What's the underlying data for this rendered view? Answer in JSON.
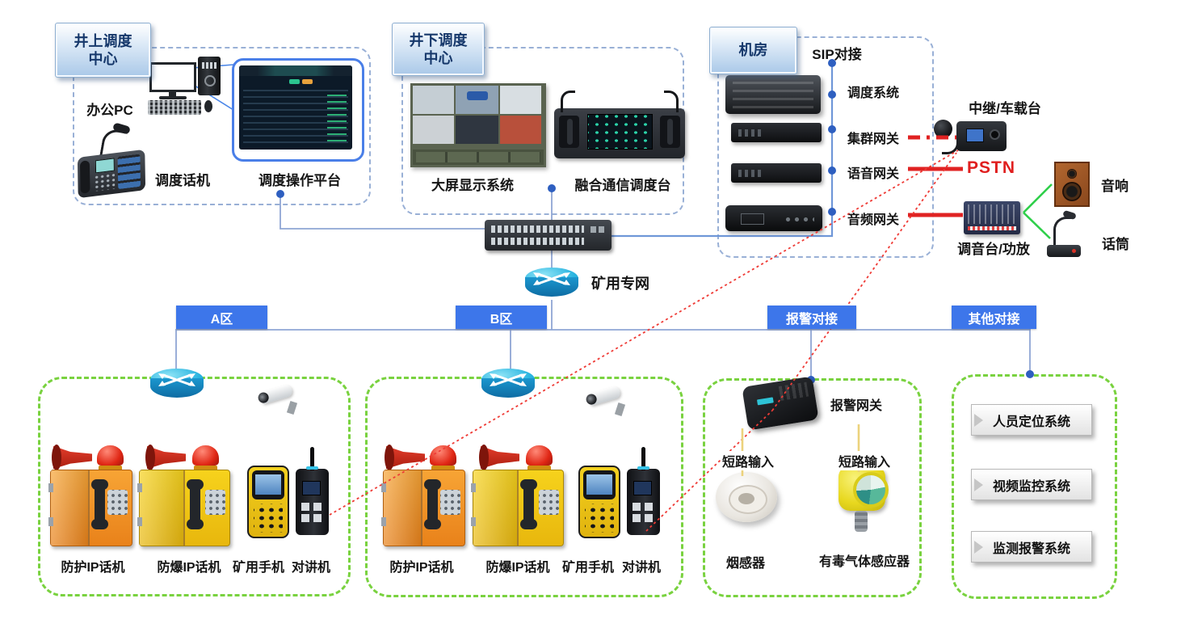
{
  "surface_center": {
    "title": "井上调度中心",
    "office_pc": "办公PC",
    "dispatch_phone": "调度话机",
    "dispatch_platform": "调度操作平台"
  },
  "underground_center": {
    "title": "井下调度中心",
    "video_wall": "大屏显示系统",
    "comm_console": "融合通信调度台"
  },
  "machine_room": {
    "title": "机房",
    "sip": "SIP对接",
    "servers": [
      "调度系统",
      "集群网关",
      "语音网关",
      "音频网关"
    ]
  },
  "right_side": {
    "relay": "中继/车载台",
    "pstn": "PSTN",
    "mixer": "调音台/功放",
    "speaker": "音响",
    "microphone": "话筒"
  },
  "network": {
    "private_network": "矿用专网"
  },
  "bars": [
    "A区",
    "B区",
    "报警对接",
    "其他对接"
  ],
  "zone_a": {
    "devices": [
      "防护IP话机",
      "防爆IP话机",
      "矿用手机",
      "对讲机"
    ]
  },
  "zone_b": {
    "devices": [
      "防护IP话机",
      "防爆IP话机",
      "矿用手机",
      "对讲机"
    ]
  },
  "alarm_zone": {
    "gateway": "报警网关",
    "short_input_1": "短路输入",
    "short_input_2": "短路输入",
    "smoke": "烟感器",
    "gas": "有毒气体感应器"
  },
  "other_zone": {
    "systems": [
      "人员定位系统",
      "视频监控系统",
      "监测报警系统"
    ]
  },
  "colors": {
    "bar_blue": "#3d76ea",
    "line_blue": "#8fa6d4",
    "dot_blue": "#2e5fc0",
    "dash_green": "#79d23f",
    "red_thick": "#e02222",
    "red_dotted": "#ef3b36",
    "green_link": "#2fcf4a",
    "yellow_link": "#ecd27c",
    "pstn_red": "#e01f1f"
  }
}
